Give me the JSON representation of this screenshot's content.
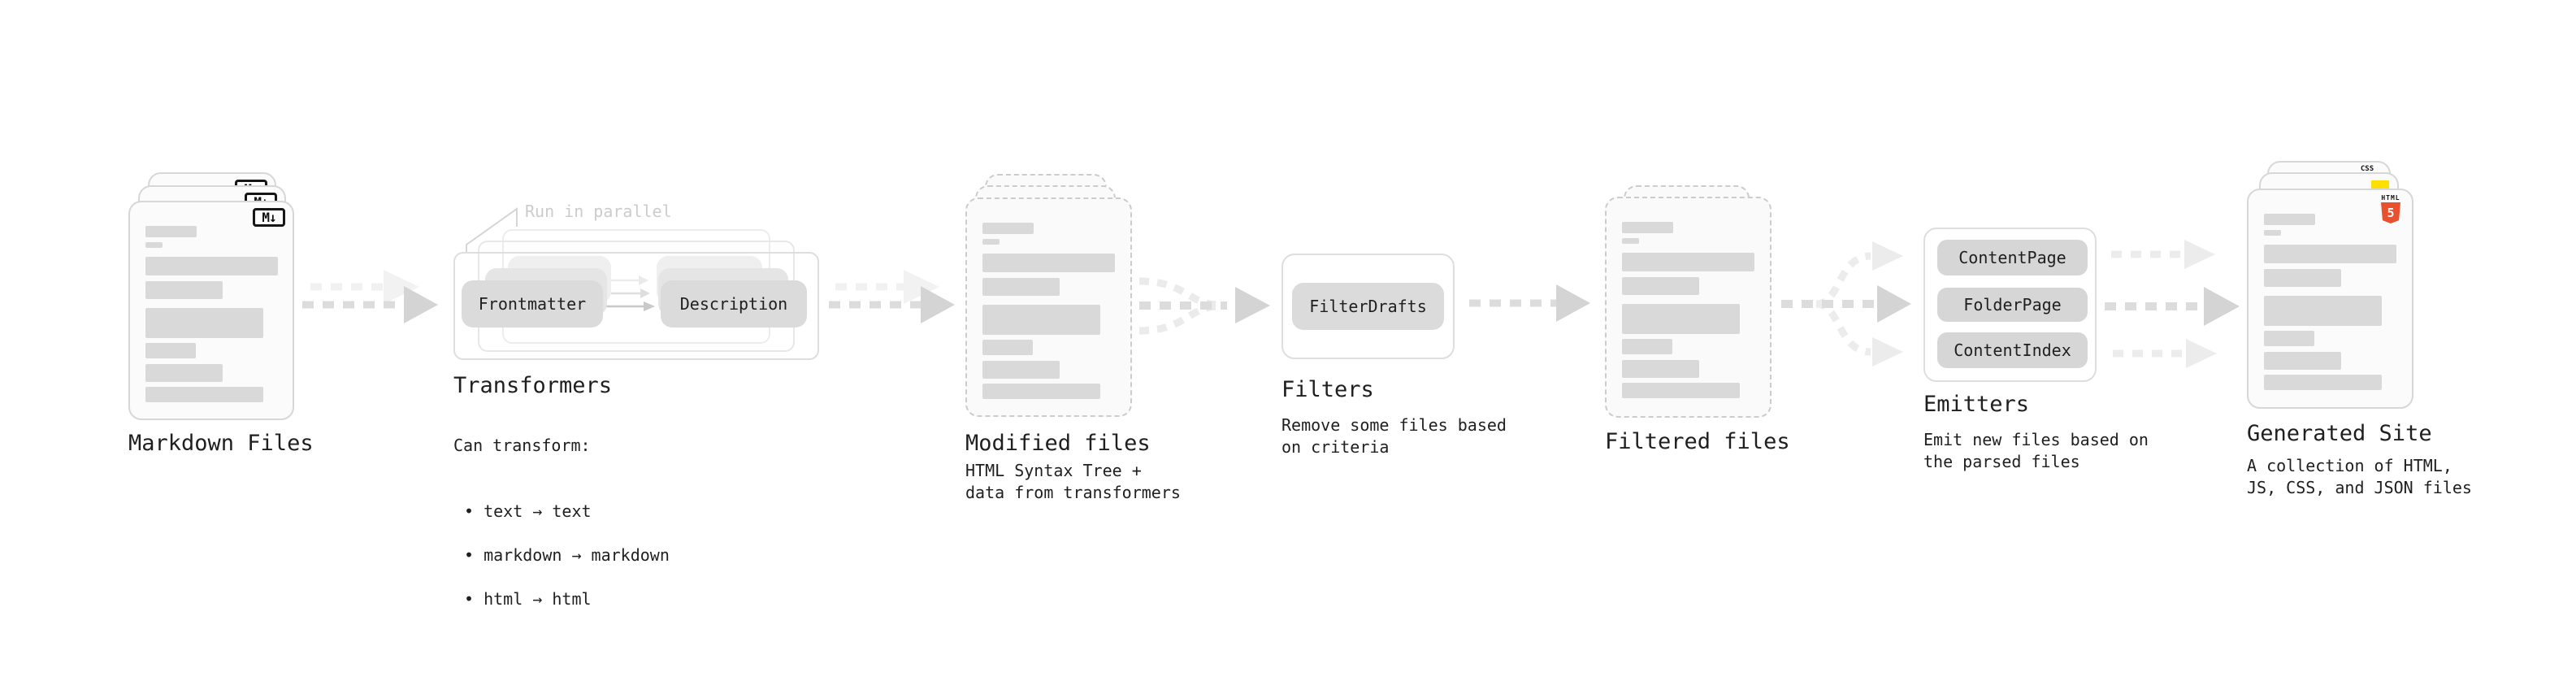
{
  "diagram": {
    "markdown_files": {
      "label": "Markdown Files",
      "badge": "M↓"
    },
    "transformers": {
      "label": "Transformers",
      "annotation": "Run in parallel",
      "pill_from": "Frontmatter",
      "pill_to": "Description",
      "caption_title": "Can transform:",
      "bullets": [
        "• text → text",
        "• markdown → markdown",
        "• html → html"
      ]
    },
    "modified_files": {
      "label": "Modified files",
      "caption": "HTML Syntax Tree +\ndata from transformers"
    },
    "filters": {
      "label": "Filters",
      "pill": "FilterDrafts",
      "caption": "Remove some files based\non criteria"
    },
    "filtered_files": {
      "label": "Filtered files"
    },
    "emitters": {
      "label": "Emitters",
      "pills": [
        "ContentPage",
        "FolderPage",
        "ContentIndex"
      ],
      "caption": "Emit new files based on\nthe parsed files"
    },
    "generated_site": {
      "label": "Generated Site",
      "caption": "A collection of HTML,\nJS, CSS, and JSON files",
      "css_badge": "CSS",
      "html_badge_text": "HTML",
      "html_badge_number": "5"
    }
  },
  "colors": {
    "text": "#1f1f1f",
    "annotation-gray": "#cccccc",
    "bar-gray": "#d9d9d9",
    "card-bg": "#fbfbfb",
    "card-border": "#d7d7d7",
    "dashed-border": "#cccccc",
    "arrow-dark": "#dcdcdc",
    "arrow-head": "#d4d4d4",
    "arrow-light": "#ececec",
    "arrow-ghost": "#f2f2f2",
    "css-blue": "#3e6fe0",
    "js-yellow": "#ffdf00",
    "html5-orange": "#e8502e"
  }
}
